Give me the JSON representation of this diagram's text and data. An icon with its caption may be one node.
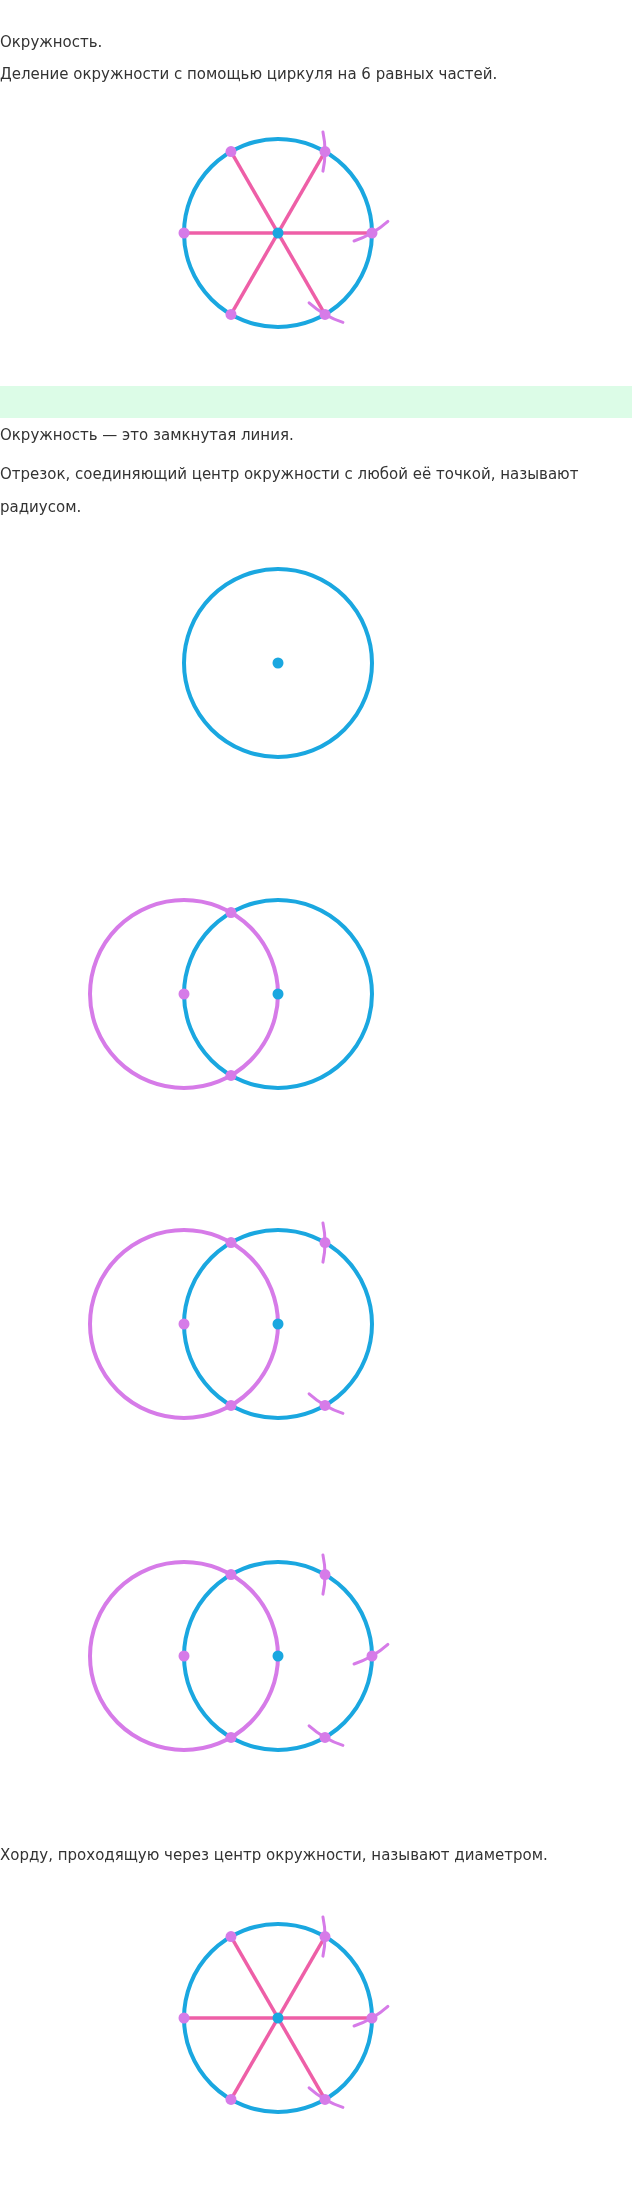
{
  "diagram": {
    "title": "Окружность.",
    "labels": [
      "Деление окружности с помощью циркуля на 6 равных частей.",
      "Окружность — это замкнутая линия.",
      "Отрезок, соединяющий центр окружности с любой её точкой, называют радиусом.",
      "Хорду, проходящую через центр окружности, называют диаметром."
    ]
  }
}
